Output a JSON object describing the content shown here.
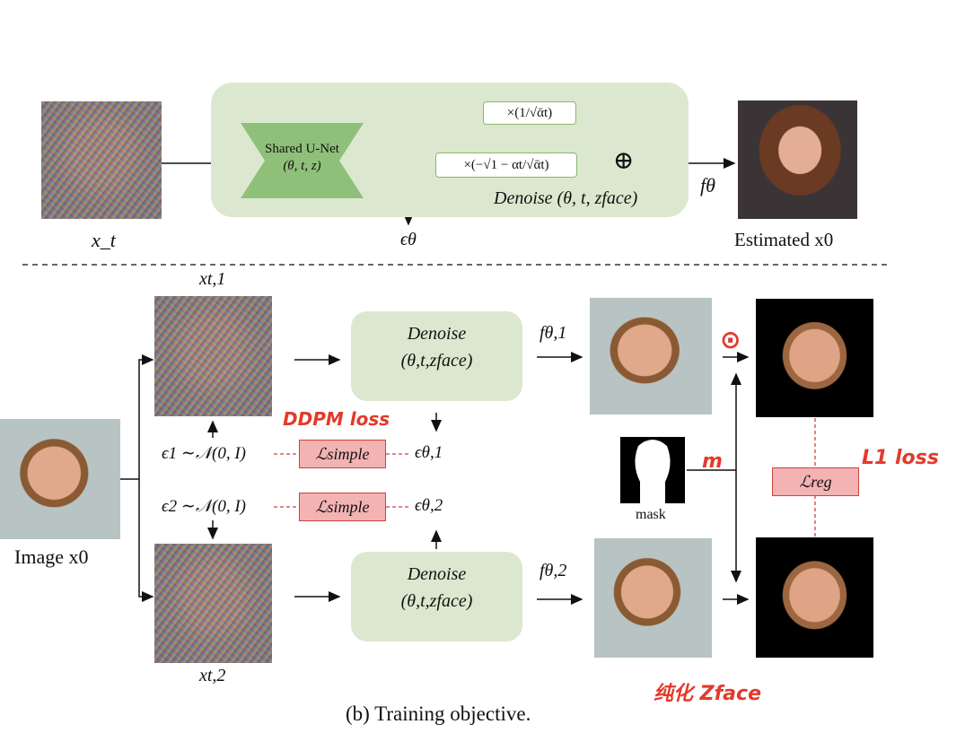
{
  "top": {
    "xt_label": "x_t",
    "unet_title": "Shared U-Net",
    "unet_params": "(θ, t, z)",
    "mult1": "×(1/√ᾱt)",
    "mult2": "×(−√1 − αt/√ᾱt)",
    "plus": "⊕",
    "denoise_label": "Denoise (θ, t, zface)",
    "eps_theta": "ϵθ",
    "f_theta": "fθ",
    "estimated": "Estimated x0"
  },
  "bottom": {
    "xt1": "xt,1",
    "xt2": "xt,2",
    "image_x0": "Image x0",
    "denoise1_line1": "Denoise",
    "denoise1_line2": "(θ,t,zface)",
    "denoise2_line1": "Denoise",
    "denoise2_line2": "(θ,t,zface)",
    "f1": "fθ,1",
    "f2": "fθ,2",
    "eps1": "ϵ1 ∼𝒩(0, I)",
    "eps2": "ϵ2 ∼𝒩(0, I)",
    "loss1": "ℒsimple",
    "loss2": "ℒsimple",
    "eps_t1": "ϵθ,1",
    "eps_t2": "ϵθ,2",
    "mask": "mask",
    "reg": "ℒreg",
    "caption": "(b) Training objective."
  },
  "annotations": {
    "ddpm": "DDPM loss",
    "l1": "L1 loss",
    "m": "m",
    "zface": "纯化 Zface",
    "odot": "⊙"
  }
}
